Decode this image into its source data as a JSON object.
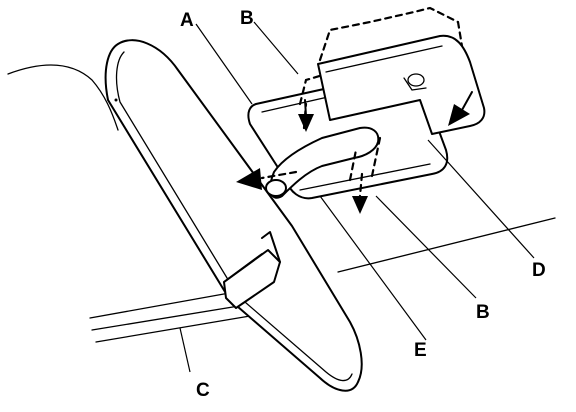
{
  "callouts": {
    "a": "A",
    "b_top": "B",
    "b_bottom": "B",
    "c": "C",
    "d": "D",
    "e": "E"
  },
  "colors": {
    "ink": "#000000",
    "background": "#ffffff"
  }
}
